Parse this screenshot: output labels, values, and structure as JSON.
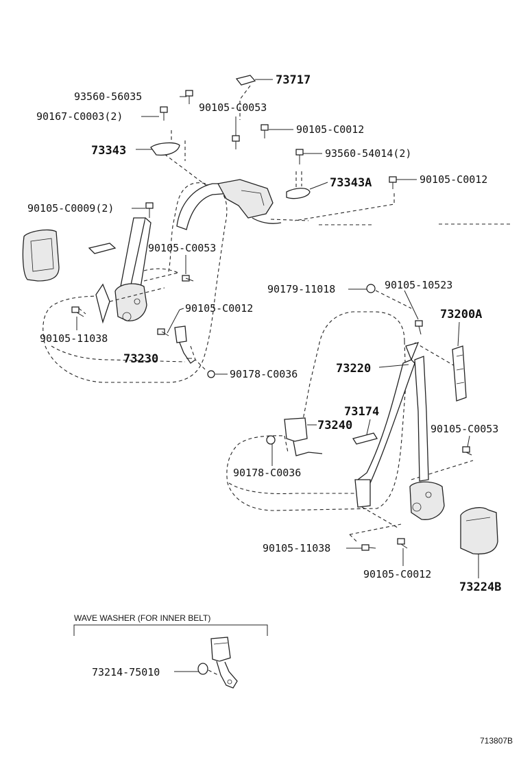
{
  "callouts": {
    "p73717": "73717",
    "p93560_56035": "93560-56035",
    "p90167_c0003": "90167-C0003(2)",
    "p90105_c0053_top": "90105-C0053",
    "p90105_c0012_a": "90105-C0012",
    "p73343": "73343",
    "p93560_54014": "93560-54014(2)",
    "p73343a": "73343A",
    "p90105_c0012_b": "90105-C0012",
    "p90105_c0009": "90105-C0009(2)",
    "p90105_c0053_mid": "90105-C0053",
    "p90179_11018": "90179-11018",
    "p90105_10523": "90105-10523",
    "p90105_c0012_c": "90105-C0012",
    "p73200a": "73200A",
    "p90105_11038_left": "90105-11038",
    "p73230": "73230",
    "p73220": "73220",
    "p90178_c0036_a": "90178-C0036",
    "p73174": "73174",
    "p73240": "73240",
    "p90105_c0053_right": "90105-C0053",
    "p90178_c0036_b": "90178-C0036",
    "p90105_11038_right": "90105-11038",
    "p90105_c0012_d": "90105-C0012",
    "p73224b": "73224B",
    "p73214_75010": "73214-75010"
  },
  "inset": {
    "title": "WAVE WASHER (FOR INNER BELT)"
  },
  "footer": {
    "diagram_id": "713807B"
  }
}
